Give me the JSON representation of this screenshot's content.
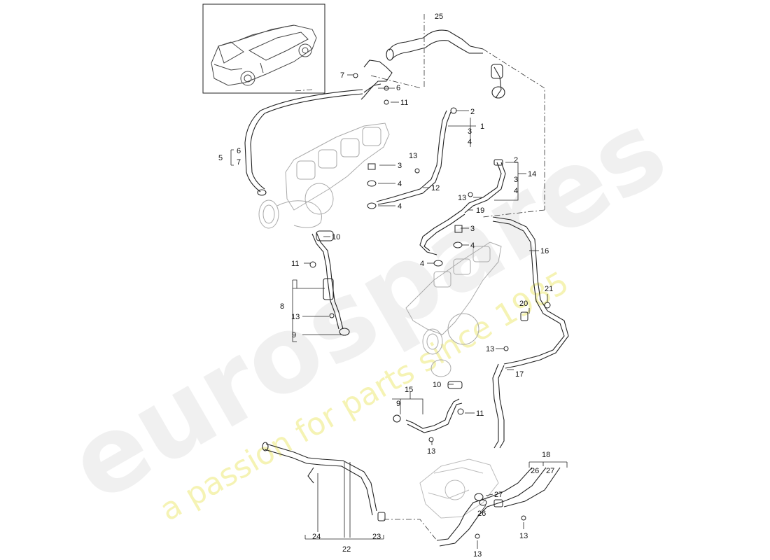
{
  "diagram": {
    "watermark": {
      "brand": "eurospares",
      "tagline": "a passion for parts since 1985"
    },
    "part_labels": [
      {
        "id": "l25",
        "text": "25"
      },
      {
        "id": "l7a",
        "text": "7"
      },
      {
        "id": "l6a",
        "text": "6"
      },
      {
        "id": "l11a",
        "text": "11"
      },
      {
        "id": "l2a",
        "text": "2"
      },
      {
        "id": "l1",
        "text": "1"
      },
      {
        "id": "l3a",
        "text": "3"
      },
      {
        "id": "l4a",
        "text": "4"
      },
      {
        "id": "l5",
        "text": "5"
      },
      {
        "id": "l6b",
        "text": "6"
      },
      {
        "id": "l7b",
        "text": "7"
      },
      {
        "id": "l13a",
        "text": "13"
      },
      {
        "id": "l3b",
        "text": "3"
      },
      {
        "id": "l4b",
        "text": "4"
      },
      {
        "id": "l12",
        "text": "12"
      },
      {
        "id": "l4c",
        "text": "4"
      },
      {
        "id": "l2b",
        "text": "2"
      },
      {
        "id": "l14",
        "text": "14"
      },
      {
        "id": "l3c",
        "text": "3"
      },
      {
        "id": "l4d",
        "text": "4"
      },
      {
        "id": "l13b",
        "text": "13"
      },
      {
        "id": "l19",
        "text": "19"
      },
      {
        "id": "l10a",
        "text": "10"
      },
      {
        "id": "l3d",
        "text": "3"
      },
      {
        "id": "l16",
        "text": "16"
      },
      {
        "id": "l4e",
        "text": "4"
      },
      {
        "id": "l11b",
        "text": "11"
      },
      {
        "id": "l4f",
        "text": "4"
      },
      {
        "id": "l8",
        "text": "8"
      },
      {
        "id": "l21",
        "text": "21"
      },
      {
        "id": "l20",
        "text": "20"
      },
      {
        "id": "l13c",
        "text": "13"
      },
      {
        "id": "l9a",
        "text": "9"
      },
      {
        "id": "l13d",
        "text": "13"
      },
      {
        "id": "l17",
        "text": "17"
      },
      {
        "id": "l10b",
        "text": "10"
      },
      {
        "id": "l15",
        "text": "15"
      },
      {
        "id": "l9b",
        "text": "9"
      },
      {
        "id": "l11c",
        "text": "11"
      },
      {
        "id": "l13e",
        "text": "13"
      },
      {
        "id": "l18",
        "text": "18"
      },
      {
        "id": "l26a",
        "text": "26"
      },
      {
        "id": "l27a",
        "text": "27"
      },
      {
        "id": "l27b",
        "text": "27"
      },
      {
        "id": "l26b",
        "text": "26"
      },
      {
        "id": "l13f",
        "text": "13"
      },
      {
        "id": "l24",
        "text": "24"
      },
      {
        "id": "l23",
        "text": "23"
      },
      {
        "id": "l22",
        "text": "22"
      },
      {
        "id": "l13g",
        "text": "13"
      }
    ]
  }
}
